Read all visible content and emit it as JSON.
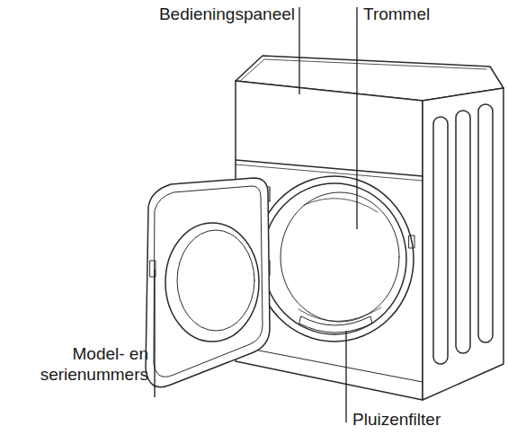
{
  "diagram": {
    "labels": [
      "Bedieningspaneel",
      "Trommel",
      "Model- en serienummers",
      "Pluizenfilter"
    ]
  }
}
